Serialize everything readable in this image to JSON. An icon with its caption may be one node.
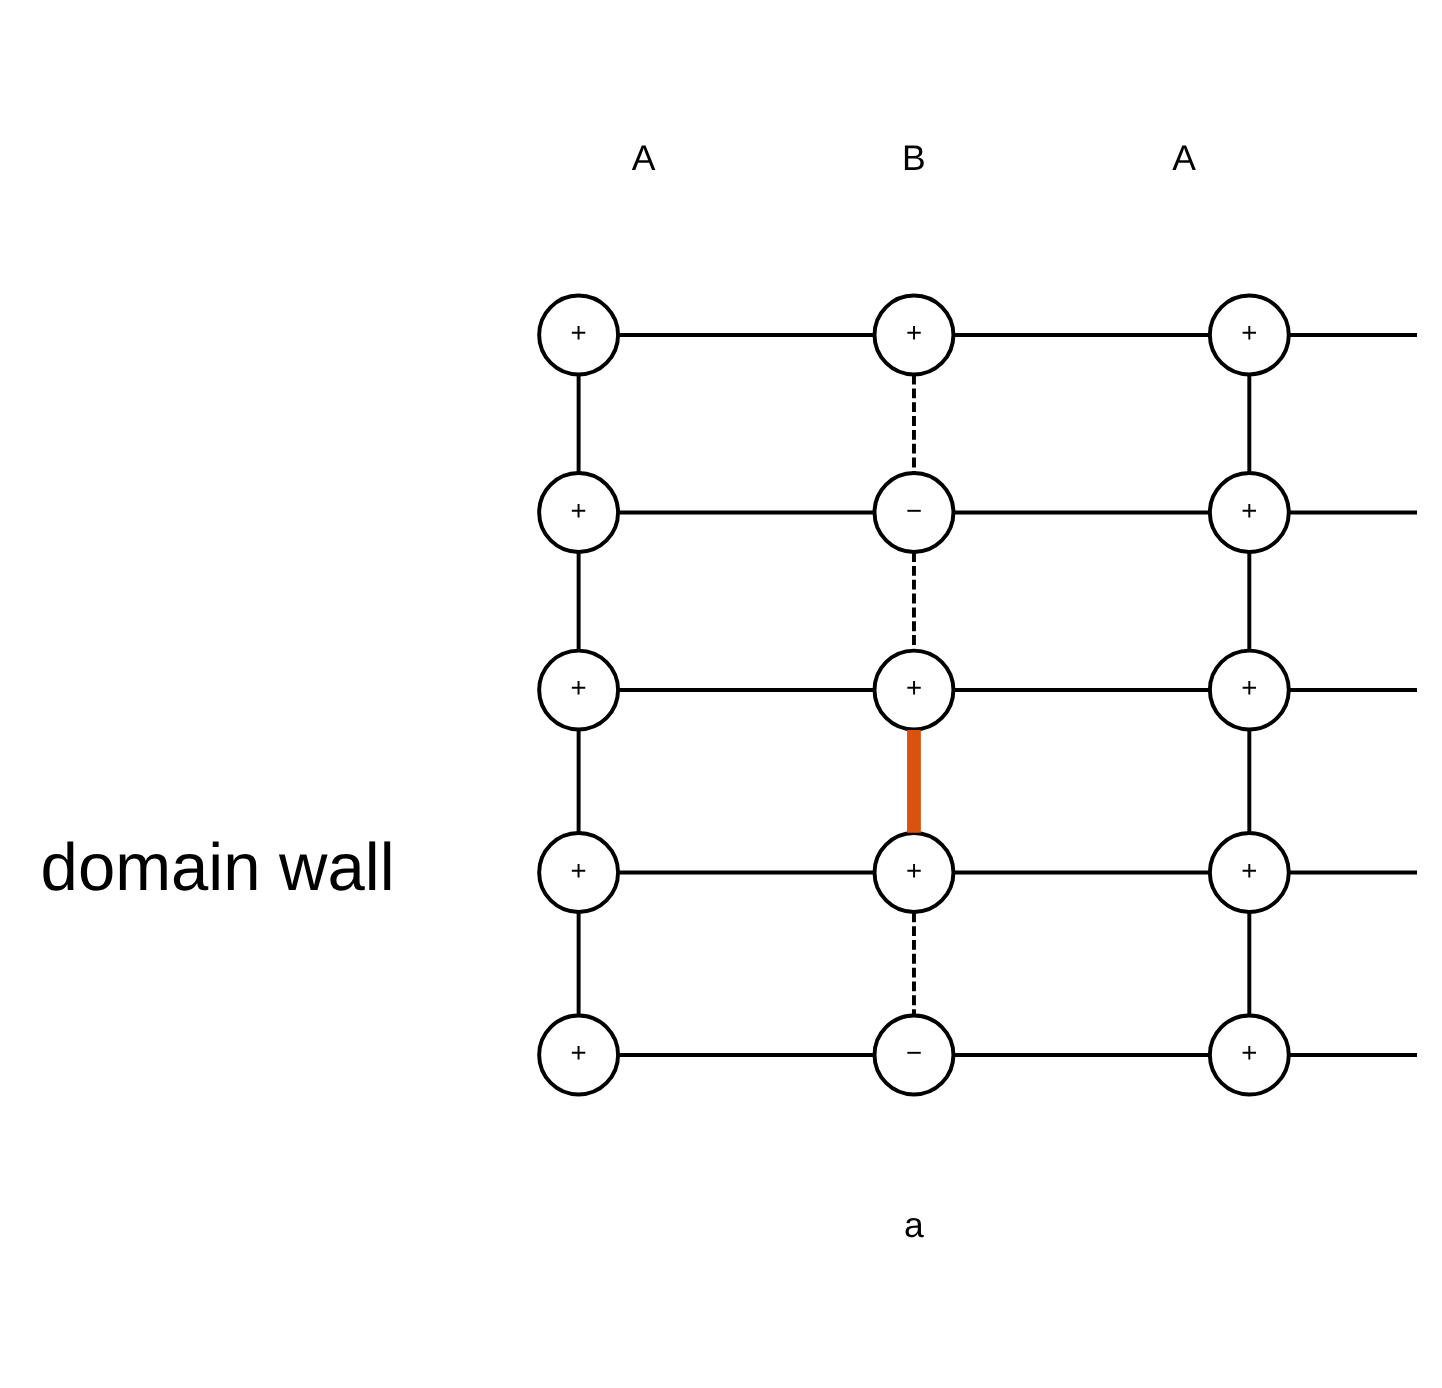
{
  "diagram": {
    "nodes": [
      {
        "text": [
          "+"
        ]
      },
      {
        "text": [
          "+"
        ]
      },
      {
        "text": [
          "+"
        ]
      },
      {
        "text": [
          "+"
        ]
      },
      {
        "text": [
          "−"
        ]
      },
      {
        "text": [
          "+"
        ]
      },
      {
        "text": [
          "+"
        ]
      },
      {
        "text": [
          "+"
        ]
      },
      {
        "text": [
          "+"
        ]
      },
      {
        "text": [
          "+"
        ]
      },
      {
        "text": [
          "+"
        ]
      },
      {
        "text": [
          "+"
        ]
      },
      {
        "text": [
          "+"
        ]
      },
      {
        "text": [
          "−"
        ]
      },
      {
        "text": [
          "+"
        ]
      }
    ],
    "edges": [
      {
        "from": 0,
        "to": 1,
        "arrow": "none"
      },
      {
        "from": 1,
        "to": 2,
        "arrow": "none"
      },
      {
        "from": 2,
        "to": null,
        "arrow": "none"
      },
      {
        "from": 3,
        "to": 4,
        "arrow": "none"
      },
      {
        "from": 4,
        "to": 5,
        "arrow": "none"
      },
      {
        "from": 5,
        "to": null,
        "arrow": "none"
      },
      {
        "from": 6,
        "to": 7,
        "arrow": "none"
      },
      {
        "from": 7,
        "to": 8,
        "arrow": "none"
      },
      {
        "from": 8,
        "to": null,
        "arrow": "none"
      },
      {
        "from": 9,
        "to": 10,
        "arrow": "none"
      },
      {
        "from": 10,
        "to": 11,
        "arrow": "none"
      },
      {
        "from": 11,
        "to": null,
        "arrow": "none"
      },
      {
        "from": 12,
        "to": 13,
        "arrow": "none"
      },
      {
        "from": 13,
        "to": 14,
        "arrow": "none"
      },
      {
        "from": 14,
        "to": null,
        "arrow": "none"
      },
      {
        "from": 0,
        "to": 3,
        "arrow": "none"
      },
      {
        "from": 3,
        "to": 6,
        "arrow": "none"
      },
      {
        "from": 6,
        "to": 9,
        "arrow": "none"
      },
      {
        "from": 9,
        "to": 12,
        "arrow": "none"
      },
      {
        "from": 1,
        "to": 4,
        "arrow": "none",
        "style": "dashed"
      },
      {
        "from": 4,
        "to": 7,
        "arrow": "none",
        "style": "dashed"
      },
      {
        "from": 7,
        "to": 10,
        "arrow": "none",
        "style": "thick",
        "color": "#d9530f"
      },
      {
        "from": 10,
        "to": 13,
        "arrow": "none",
        "style": "dashed"
      },
      {
        "from": 2,
        "to": 5,
        "arrow": "none"
      },
      {
        "from": 5,
        "to": 8,
        "arrow": "none"
      },
      {
        "from": 8,
        "to": 11,
        "arrow": "none"
      },
      {
        "from": 11,
        "to": 14,
        "arrow": "none"
      }
    ],
    "labels": [
      "A",
      "B",
      "A",
      "domain wall",
      "a"
    ]
  }
}
